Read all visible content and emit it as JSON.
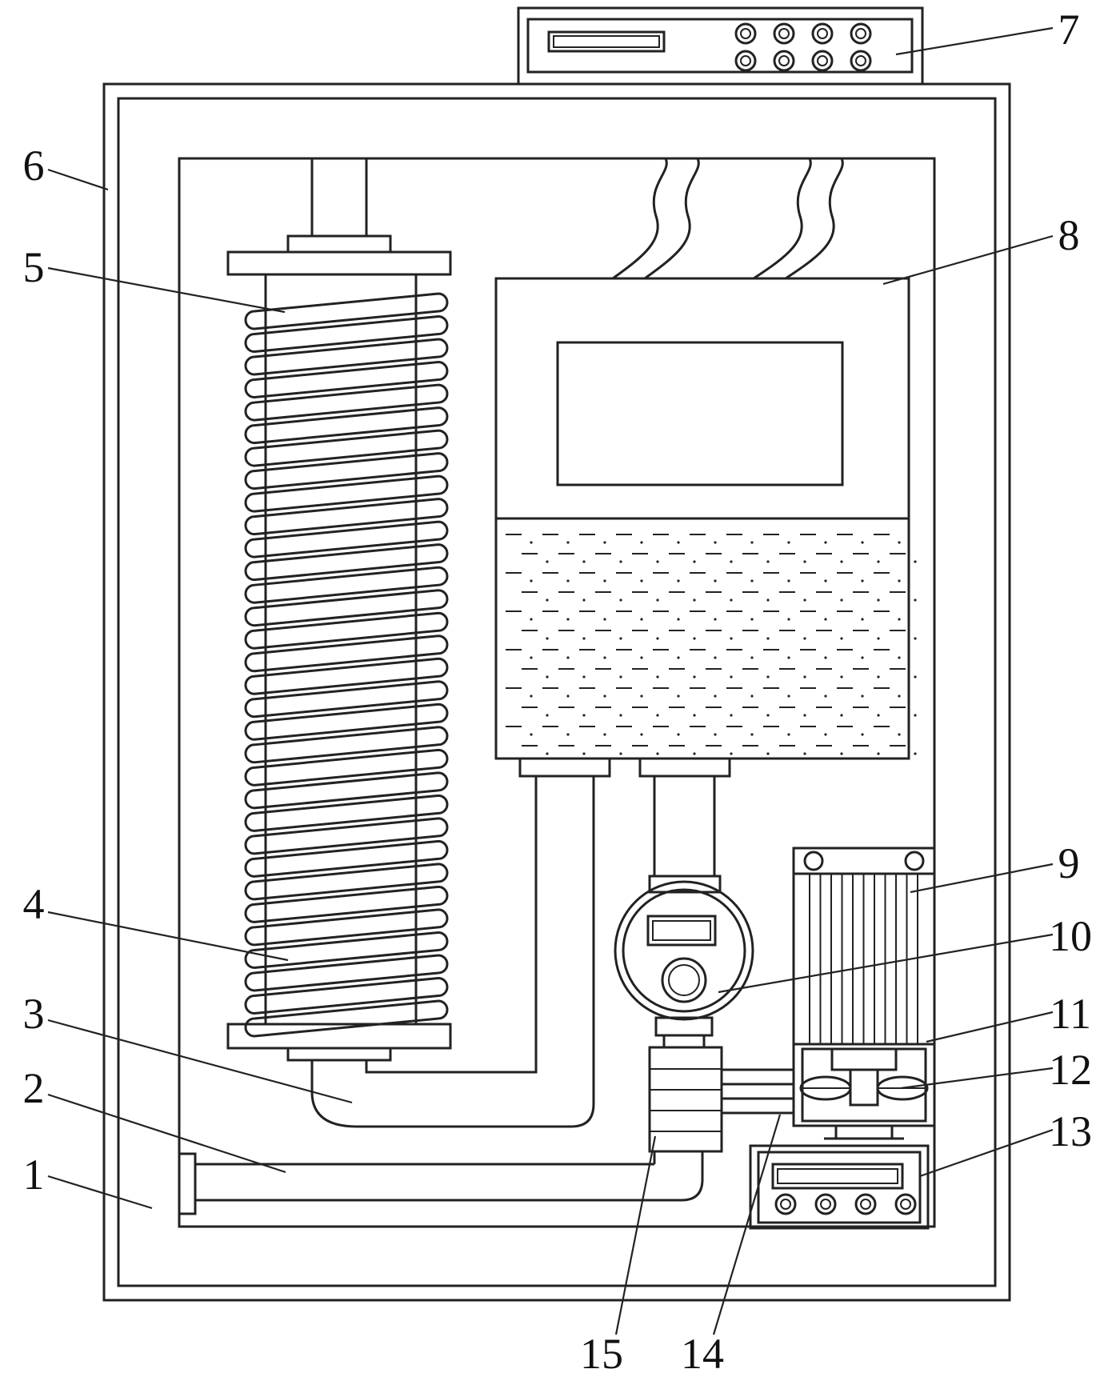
{
  "diagram": {
    "colors": {
      "line": "#222222",
      "background": "#ffffff"
    },
    "labels": [
      "1",
      "2",
      "3",
      "4",
      "5",
      "6",
      "7",
      "8",
      "9",
      "10",
      "11",
      "12",
      "13",
      "14",
      "15"
    ]
  }
}
